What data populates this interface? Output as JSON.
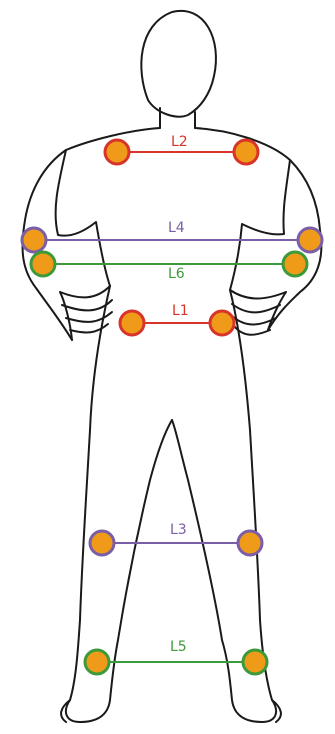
{
  "colors": {
    "outline": "#1a1a1a",
    "marker_fill": "#f09a1a",
    "red": "#d8342a",
    "purple": "#7a5ea8",
    "green": "#3c9a3a"
  },
  "lines": [
    {
      "id": "L2",
      "label": "L2",
      "color": "red"
    },
    {
      "id": "L4",
      "label": "L4",
      "color": "purple"
    },
    {
      "id": "L6",
      "label": "L6",
      "color": "green"
    },
    {
      "id": "L1",
      "label": "L1",
      "color": "red"
    },
    {
      "id": "L3",
      "label": "L3",
      "color": "purple"
    },
    {
      "id": "L5",
      "label": "L5",
      "color": "green"
    }
  ]
}
